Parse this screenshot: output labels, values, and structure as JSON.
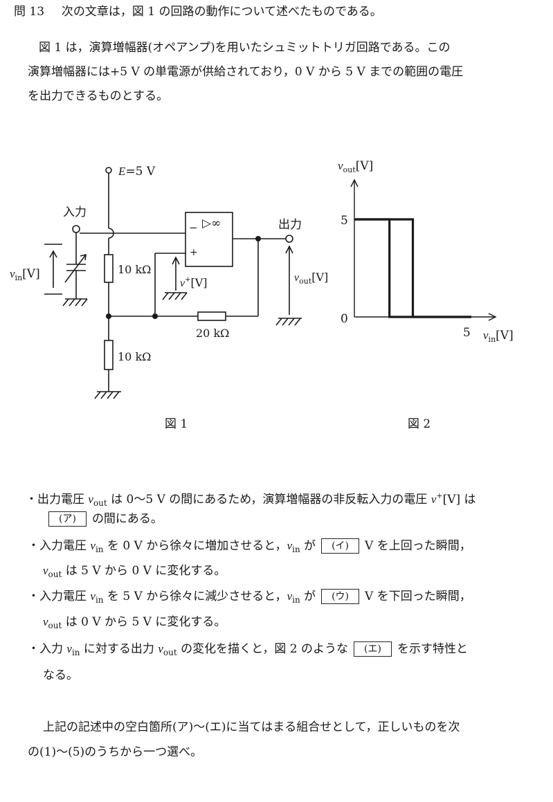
{
  "header": {
    "qnum": "問 13",
    "lead": "次の文章は，図 1 の回路の動作について述べたものである。",
    "para1_line1": "図 1 は，演算増幅器(オペアンプ)を用いたシュミットトリガ回路である。この",
    "para1_line2": "演算増幅器には+5 V の単電源が供給されており，0 V から 5 V までの範囲の電圧",
    "para1_line3": "を出力できるものとする。"
  },
  "figure1": {
    "supply": "=5 V",
    "supply_var": "E",
    "input_label": "入力",
    "output_label": "出力",
    "vin_label": "v",
    "vin_sub": "in",
    "volt_unit": "[V]",
    "vplus_label": "v",
    "vplus_sup": "+",
    "vout_label": "v",
    "vout_sub": "out",
    "r_top": "10 kΩ",
    "r_bottom": "10 kΩ",
    "r_feedback": "20 kΩ",
    "opamp_minus": "−",
    "opamp_plus": "+",
    "opamp_symbol": "▷∞",
    "caption": "図 1"
  },
  "figure2": {
    "caption": "図 2",
    "y_label": "v",
    "y_sub": "out",
    "y_unit": "[V]",
    "x_label": "v",
    "x_sub": "in",
    "x_unit": "[V]",
    "y_tick_high": "5",
    "y_tick_zero": "0",
    "x_tick": "5"
  },
  "chart_data": {
    "type": "line",
    "x_range": [
      0,
      5
    ],
    "y_range": [
      0,
      5
    ],
    "series": [
      {
        "x": [
          0,
          2.5,
          2.5,
          5
        ],
        "y": [
          5,
          5,
          0,
          0
        ]
      },
      {
        "x": [
          0,
          1.5,
          1.5,
          5
        ],
        "y": [
          5,
          5,
          0,
          0
        ]
      }
    ]
  },
  "bullets": {
    "b1_a": "・出力電圧 ",
    "b1_b": " は 0〜5 V の間にあるため，演算増幅器の非反転入力の電圧 ",
    "b1_c": "[V] は",
    "b1_d": "の間にある。",
    "b2_a": "・入力電圧 ",
    "b2_b": " を 0 V から徐々に増加させると，",
    "b2_c": " が",
    "b2_d": "V を上回った瞬間，",
    "b2_e": " は 5 V から 0 V に変化する。",
    "b3_a": "・入力電圧 ",
    "b3_b": " を 5 V から徐々に減少させると，",
    "b3_c": " が",
    "b3_d": "V を下回った瞬間，",
    "b3_e": " は 0 V から 5 V に変化する。",
    "b4_a": "・入力 ",
    "b4_b": " に対する出力 ",
    "b4_c": " の変化を描くと，図 2 のような",
    "b4_d": "を示す特性と",
    "b4_e": "なる。",
    "blank_a": "(ア)",
    "blank_i": "(イ)",
    "blank_u": "(ウ)",
    "blank_e": "(エ)"
  },
  "footer": {
    "line1": "上記の記述中の空白箇所(ア)〜(エ)に当てはまる組合せとして，正しいものを次",
    "line2": "の(1)〜(5)のうちから一つ選べ。"
  }
}
